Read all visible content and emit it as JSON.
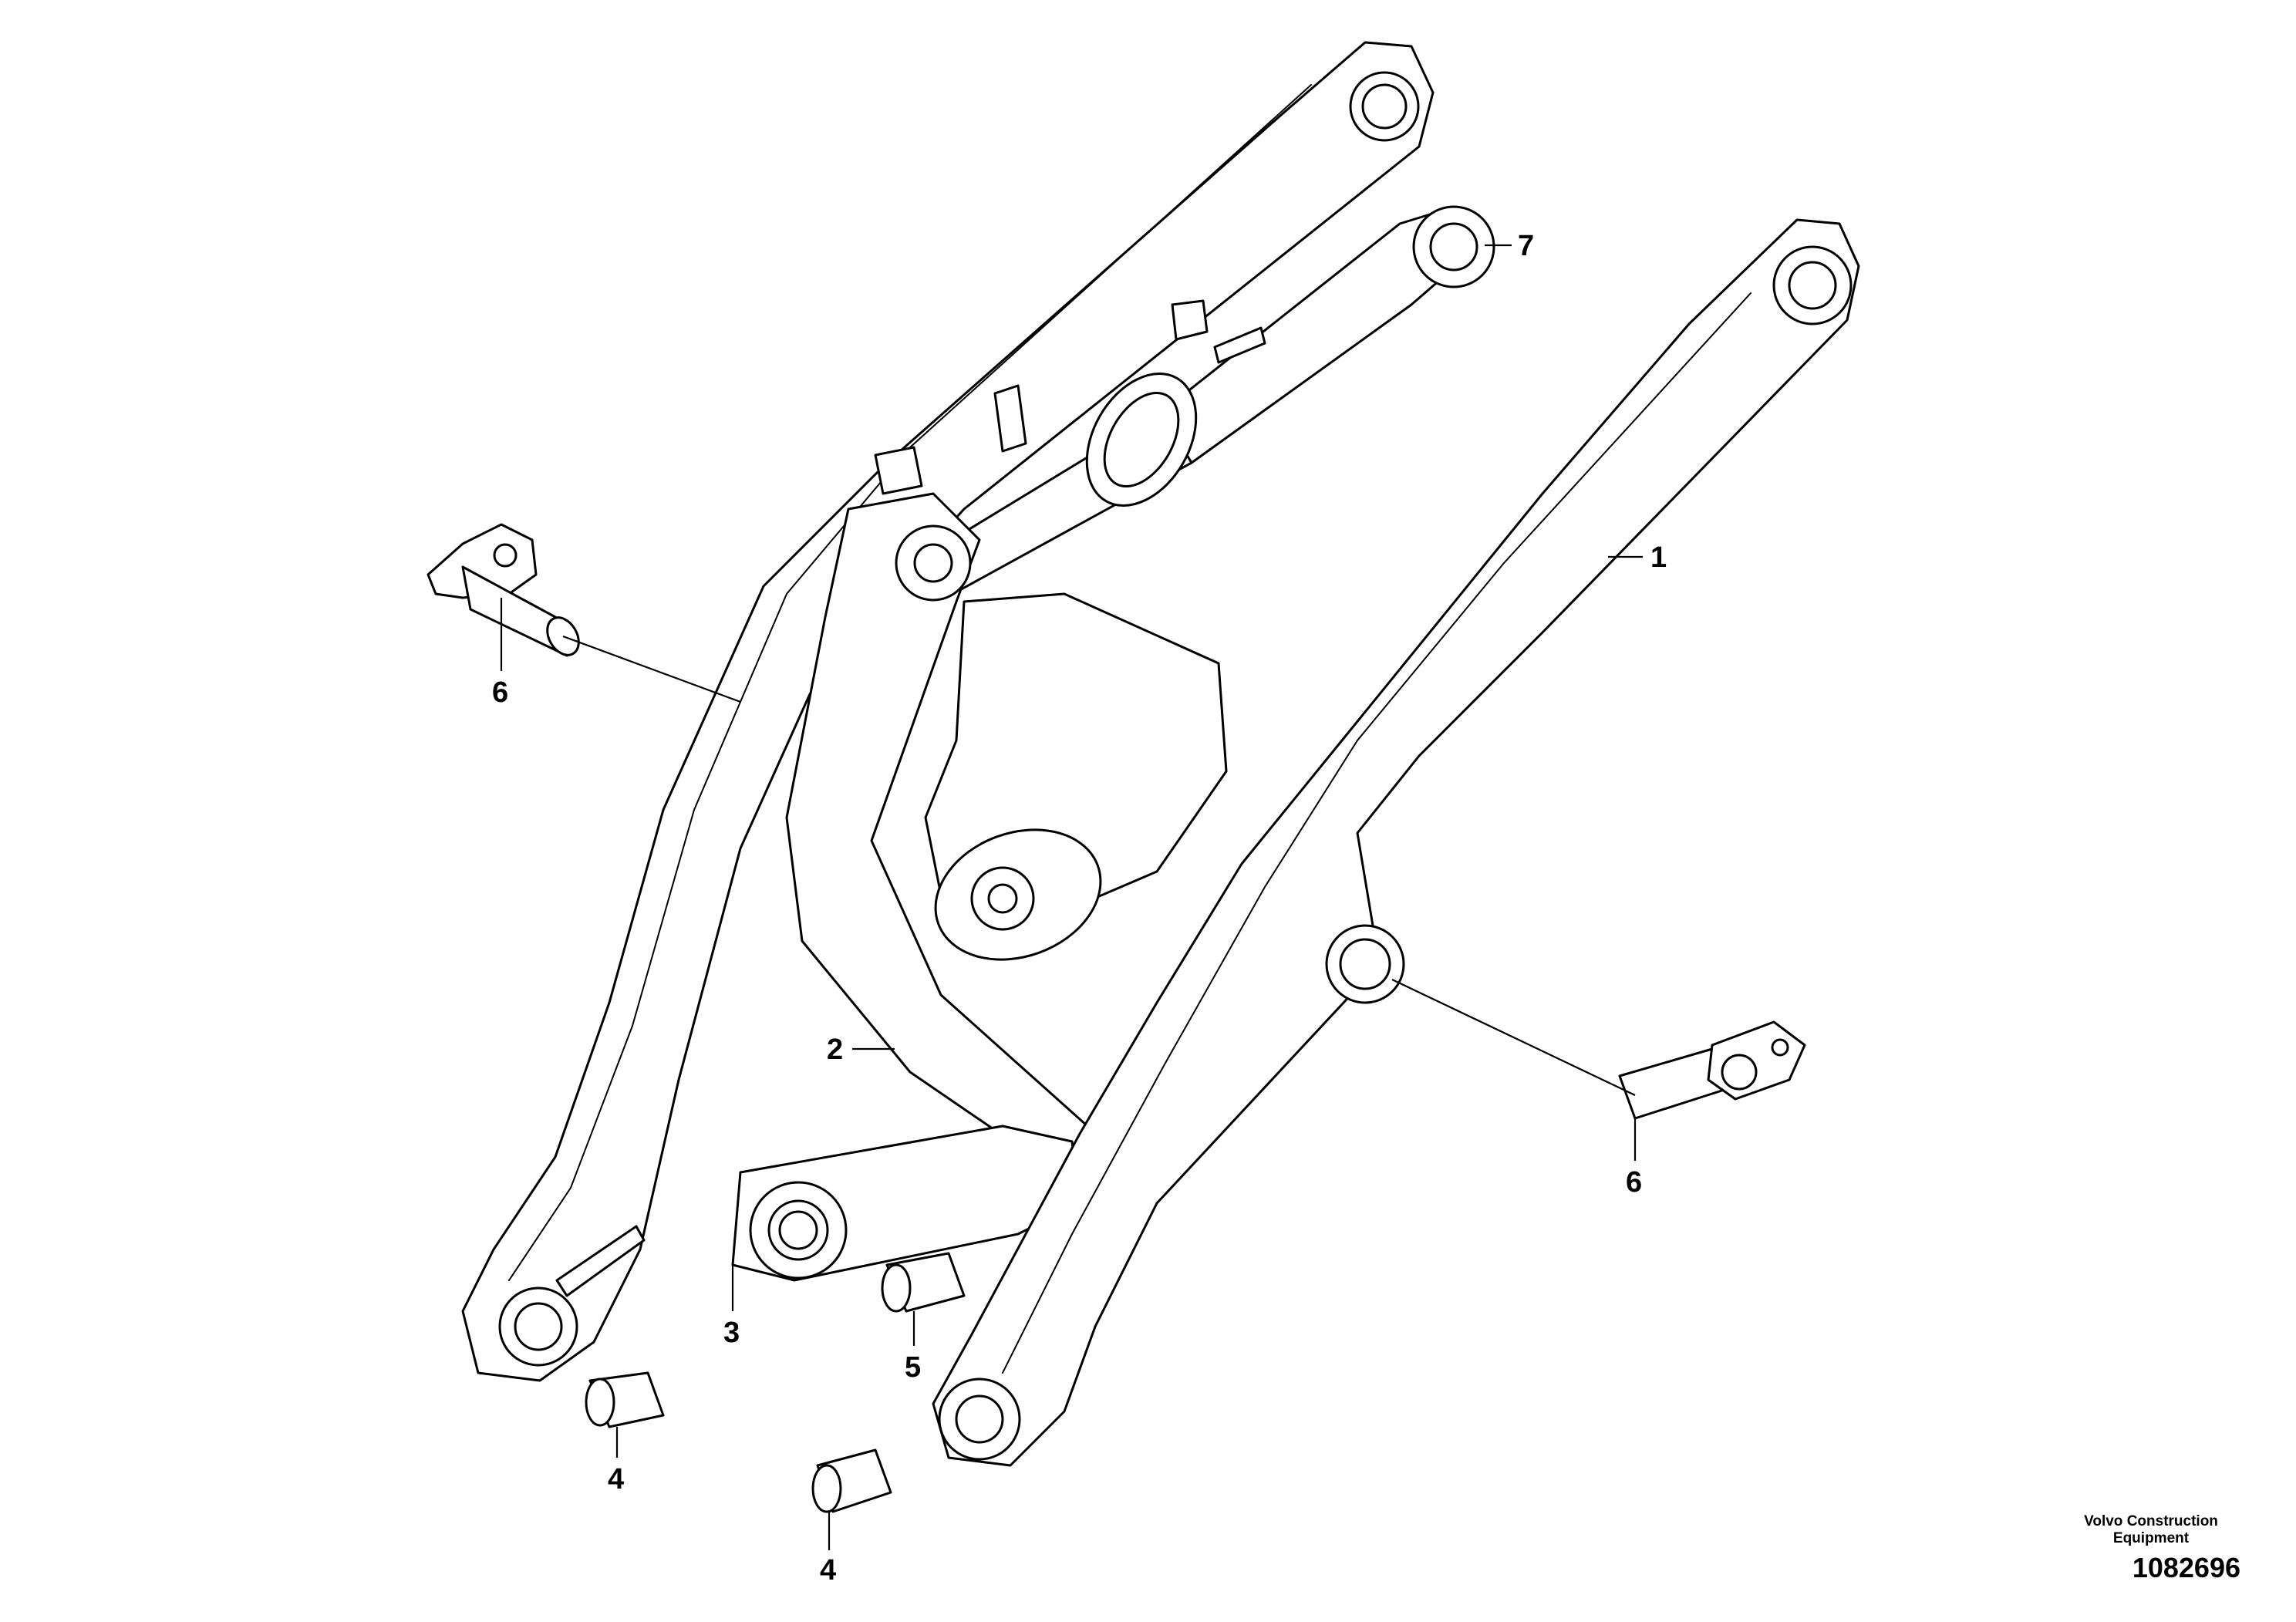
{
  "callouts": [
    "1",
    "2",
    "3",
    "4",
    "4",
    "5",
    "6",
    "6",
    "7"
  ],
  "brand": {
    "line1": "Volvo Construction",
    "line2": "Equipment"
  },
  "doc_number": "1082696"
}
